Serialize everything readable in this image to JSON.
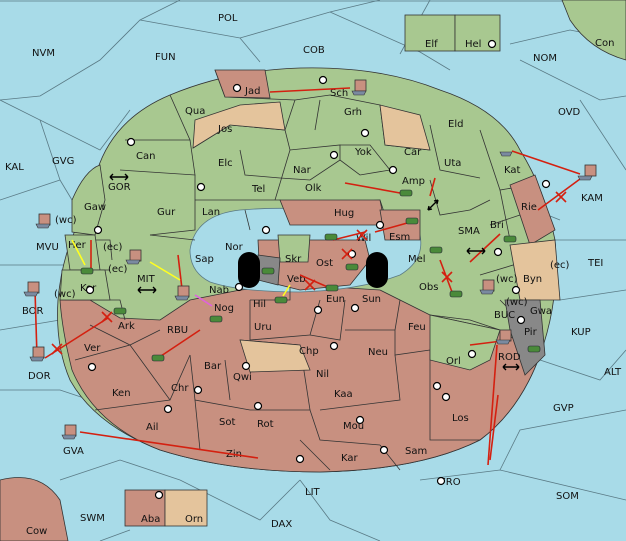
{
  "colors": {
    "sea": "#a8dbe8",
    "green_power": "#a8c890",
    "brown_power": "#c89080",
    "neutral": "#e4c49c",
    "impassable": "#888888",
    "order_move": "#d42010",
    "order_support": "#ffff20",
    "order_convoy": "#e060e0"
  },
  "sea_labels": {
    "POL": "POL",
    "NVM": "NVM",
    "FUN": "FUN",
    "COB": "COB",
    "NOM": "NOM",
    "OVD": "OVD",
    "KAL": "KAL",
    "GVG": "GVG",
    "GOR": "GOR",
    "SMA": "SMA",
    "TEI": "TEI",
    "MIT": "MIT",
    "RBU": "RBU",
    "BUC": "BUC",
    "KUP": "KUP",
    "ALT": "ALT",
    "GVP": "GVP",
    "FRO": "FRO",
    "SOM": "SOM",
    "LIT": "LIT",
    "SWM": "SWM",
    "DAX": "DAX"
  },
  "land_labels": {
    "Elf": "Elf",
    "Hel": "Hel",
    "Con": "Con",
    "Jad": "Jad",
    "Sch": "Sch",
    "Qua": "Qua",
    "Grh": "Grh",
    "Jos": "Jos",
    "Car": "Car",
    "Eld": "Eld",
    "Can": "Can",
    "Yok": "Yok",
    "Elc": "Elc",
    "Nar": "Nar",
    "Uta": "Uta",
    "Kat": "Kat",
    "Tel": "Tel",
    "Olk": "Olk",
    "Amp": "Amp",
    "KAM": "KAM",
    "Gaw": "Gaw",
    "Gur": "Gur",
    "Lan": "Lan",
    "Hug": "Hug",
    "Rie": "Rie",
    "Bri": "Bri",
    "MVU": "MVU",
    "Her": "Her",
    "Nor": "Nor",
    "Skr": "Skr",
    "Wil": "Wil",
    "Esm": "Esm",
    "Kor": "Kor",
    "Sap": "Sap",
    "Ost": "Ost",
    "Veb": "Veb",
    "Mel": "Mel",
    "Byn": "Byn",
    "BOR": "BOR",
    "Nab": "Nab",
    "Hil": "Hil",
    "Eun": "Eun",
    "Obs": "Obs",
    "Gwa": "Gwa",
    "Ark": "Ark",
    "Nog": "Nog",
    "Sun": "Sun",
    "Uru": "Uru",
    "Feu": "Feu",
    "Pir": "Pir",
    "DOR": "DOR",
    "Ver": "Ver",
    "Chp": "Chp",
    "Neu": "Neu",
    "Orl": "Orl",
    "ROD": "ROD",
    "Bar": "Bar",
    "Qwi": "Qwi",
    "Nil": "Nil",
    "Ken": "Ken",
    "Chr": "Chr",
    "Kaa": "Kaa",
    "Ail": "Ail",
    "Sot": "Sot",
    "Rot": "Rot",
    "Mou": "Mou",
    "Los": "Los",
    "GVA": "GVA",
    "Zin": "Zin",
    "Kar": "Kar",
    "Sam": "Sam",
    "Aba": "Aba",
    "Orn": "Orn",
    "Cow": "Cow"
  },
  "coast_labels": {
    "wc": "(wc)",
    "ec": "(ec)"
  }
}
